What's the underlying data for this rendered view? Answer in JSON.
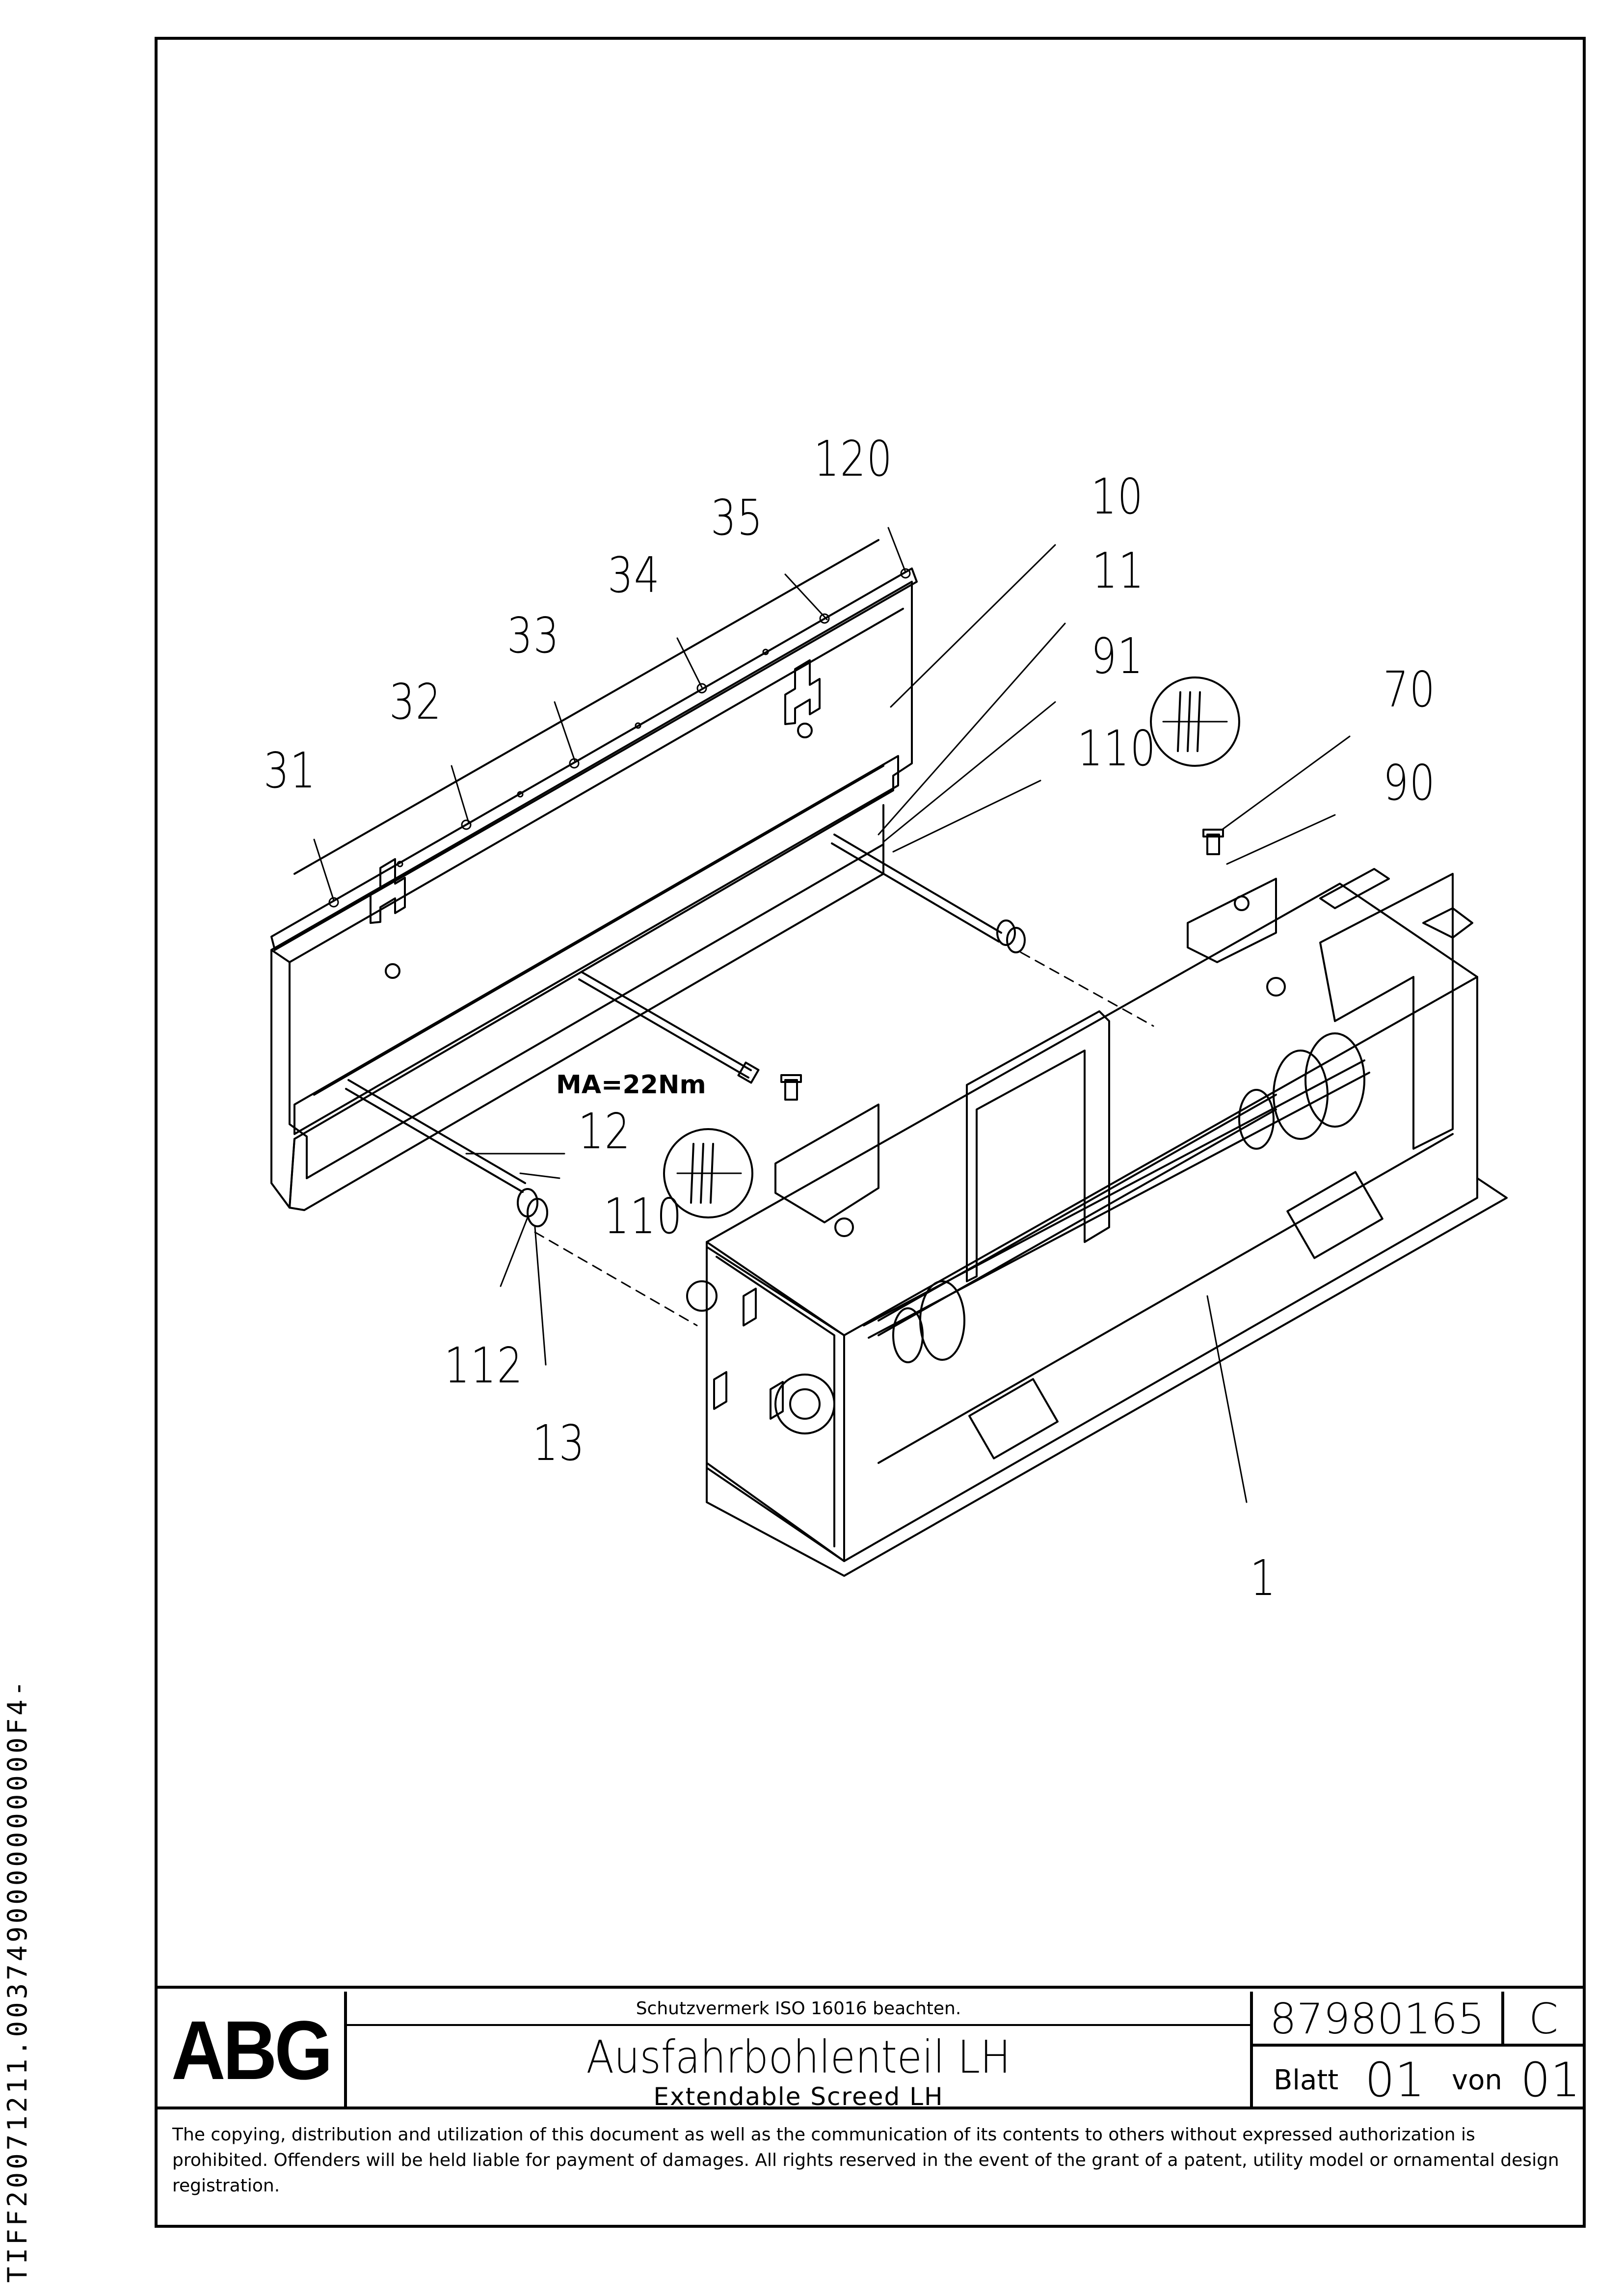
{
  "drawing": {
    "torque_label": "MA=22Nm",
    "callouts": [
      {
        "id": "c120",
        "text": "120"
      },
      {
        "id": "c35",
        "text": "35"
      },
      {
        "id": "c34",
        "text": "34"
      },
      {
        "id": "c33",
        "text": "33"
      },
      {
        "id": "c32",
        "text": "32"
      },
      {
        "id": "c31",
        "text": "31"
      },
      {
        "id": "c10",
        "text": "10"
      },
      {
        "id": "c11",
        "text": "11"
      },
      {
        "id": "c91",
        "text": "91"
      },
      {
        "id": "c110a",
        "text": "110"
      },
      {
        "id": "c70",
        "text": "70"
      },
      {
        "id": "c90",
        "text": "90"
      },
      {
        "id": "c12",
        "text": "12"
      },
      {
        "id": "c110b",
        "text": "110"
      },
      {
        "id": "c112",
        "text": "112"
      },
      {
        "id": "c13",
        "text": "13"
      },
      {
        "id": "c1",
        "text": "1"
      }
    ]
  },
  "title_block": {
    "logo": "ABG",
    "protection_note": "Schutzvermerk ISO 16016 beachten.",
    "title_de": "Ausfahrbohlenteil LH",
    "title_en": "Extendable Screed LH",
    "document_number": "87980165",
    "revision": "C",
    "sheet_label": "Blatt",
    "sheet_number": "01",
    "of_label": "von",
    "sheet_total": "01",
    "legal_notice": "The copying, distribution and utilization of this document as well as the communication of its contents to others without expressed authorization is prohibited. Offenders will be held liable for payment of damages. All rights reserved in the event of the grant of a patent, utility model or ornamental design registration."
  },
  "side_code": "TIFF20071211.0037490000000000F4-"
}
